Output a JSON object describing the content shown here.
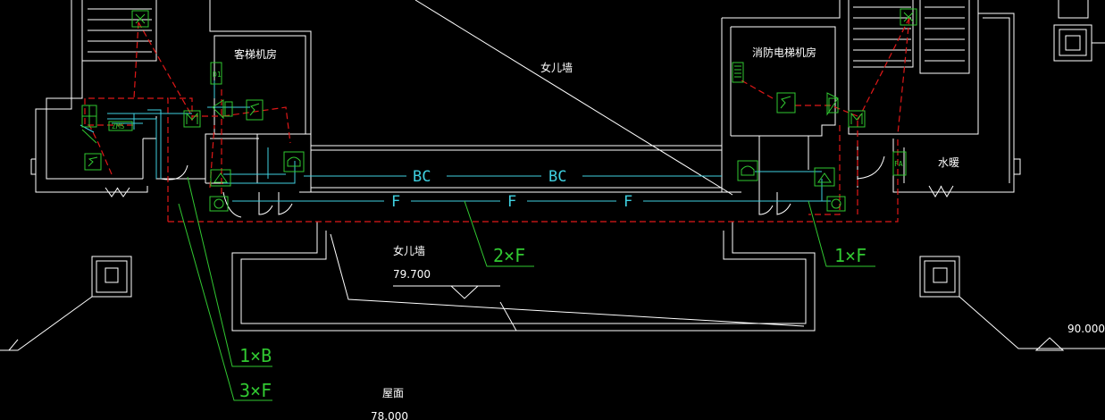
{
  "rooms": {
    "passenger_elevator_room": "客梯机房",
    "fire_elevator_room": "消防电梯机房",
    "parapet_top": "女儿墙",
    "parapet_mid": "女儿墙",
    "water_heating": "水暖",
    "roof": "屋面"
  },
  "elevations": {
    "parapet": "79.700",
    "right": "90.000",
    "roof": "78.000"
  },
  "cables": {
    "bc_left": "BC",
    "bc_right": "BC",
    "f_1": "F",
    "f_2": "F",
    "f_3": "F",
    "tag_2xf": "2×F",
    "tag_1xf": "1×F",
    "tag_1xb": "1×B",
    "tag_3xf": "3×F"
  },
  "device_marks": {
    "zms": "ZMS",
    "d1": "D1",
    "fa": "FA"
  },
  "colors": {
    "background": "#000000",
    "wall": "#ffffff",
    "cable": "#3fd0e0",
    "device": "#31c831",
    "fire_zone": "#e01818"
  }
}
